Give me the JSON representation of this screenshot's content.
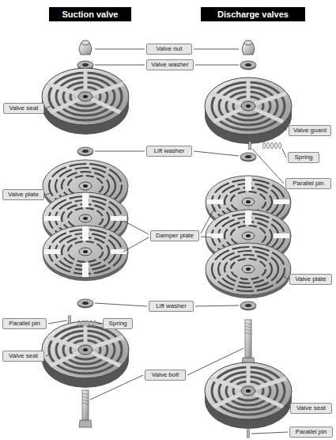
{
  "diagram": {
    "nodes": [
      {
        "text": [
          "Suction valve"
        ]
      },
      {
        "text": [
          "Discharge valves"
        ]
      },
      {
        "text": [
          "Valve nut"
        ]
      },
      {
        "text": [
          "Valve washer"
        ]
      },
      {
        "text": [
          "Valve seat"
        ]
      },
      {
        "text": [
          "Valve guard"
        ]
      },
      {
        "text": [
          "Lift washer"
        ]
      },
      {
        "text": [
          "Spring"
        ]
      },
      {
        "text": [
          "Parallel pin"
        ]
      },
      {
        "text": [
          "Valve plate"
        ]
      },
      {
        "text": [
          "Damper plate"
        ]
      },
      {
        "text": [
          "Valve plate"
        ]
      },
      {
        "text": [
          "Lift washer"
        ]
      },
      {
        "text": [
          "Parallel pin"
        ]
      },
      {
        "text": [
          "Spring"
        ]
      },
      {
        "text": [
          "Valve seat"
        ]
      },
      {
        "text": [
          "Valve bolt"
        ]
      },
      {
        "text": [
          "Valve seat"
        ]
      },
      {
        "text": [
          "Parallel pin"
        ]
      }
    ]
  }
}
